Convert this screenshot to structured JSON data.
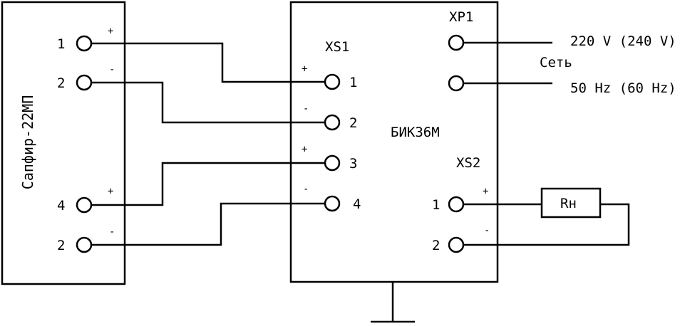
{
  "left_device": {
    "name": "Сапфир-22МП",
    "terminals": [
      {
        "label": "1",
        "polarity": "+"
      },
      {
        "label": "2",
        "polarity": "-"
      },
      {
        "label": "4",
        "polarity": "+"
      },
      {
        "label": "2",
        "polarity": "-"
      }
    ]
  },
  "main_unit": {
    "name": "БИК36М",
    "xs1": {
      "label": "XS1",
      "terminals": [
        {
          "label": "1",
          "polarity": "+"
        },
        {
          "label": "2",
          "polarity": "-"
        },
        {
          "label": "3",
          "polarity": "+"
        },
        {
          "label": "4",
          "polarity": "-"
        }
      ]
    },
    "xp1": {
      "label": "XP1"
    },
    "xs2": {
      "label": "XS2",
      "terminals": [
        {
          "label": "1",
          "polarity": "+"
        },
        {
          "label": "2",
          "polarity": "-"
        }
      ]
    }
  },
  "mains": {
    "voltage": "220 V (240 V)",
    "name": "Сеть",
    "frequency": "50 Hz (60 Hz)"
  },
  "load": {
    "label": "Rн"
  }
}
